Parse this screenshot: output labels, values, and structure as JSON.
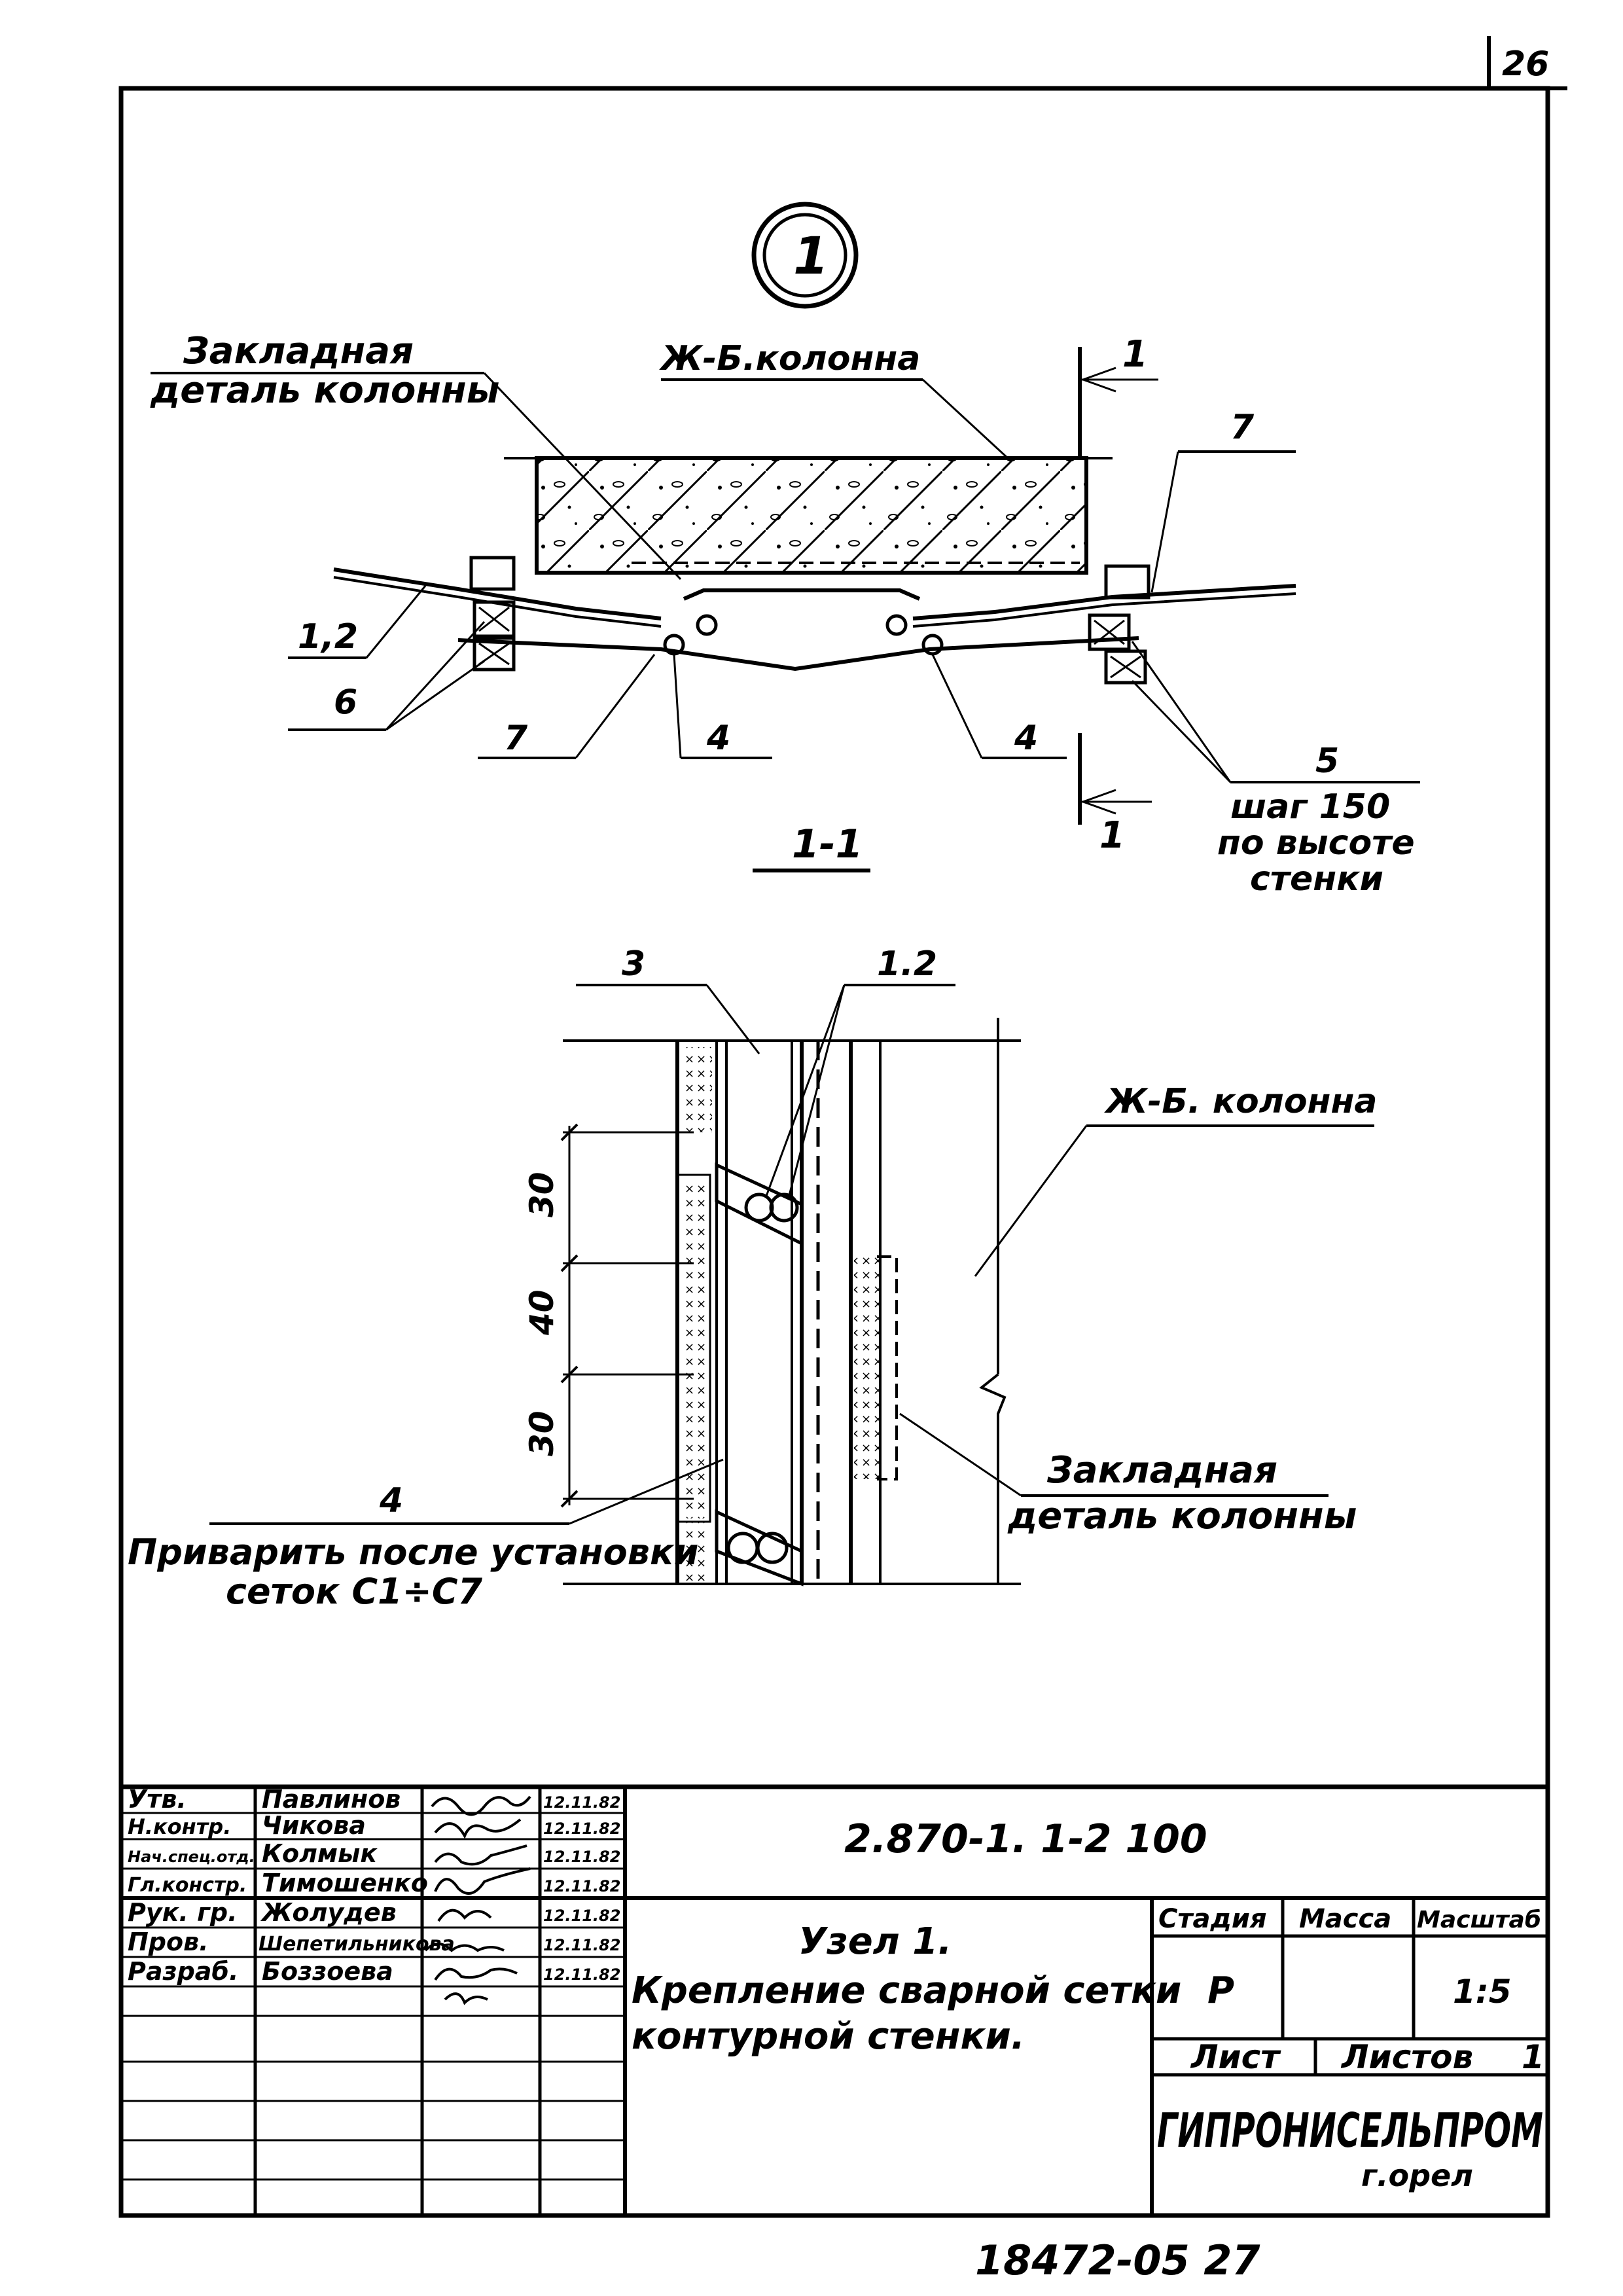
{
  "sheet_number": "26",
  "node_marker": "1",
  "plan_view": {
    "label_embedded_part": [
      "Закладная",
      "деталь колонны"
    ],
    "label_column": "Ж-Б.колонна",
    "callout_1_2": "1,2",
    "callout_6": "6",
    "callout_7_left": "7",
    "callout_4_left": "4",
    "callout_4_right": "4",
    "callout_7_right": "7",
    "callout_5": "5",
    "note_5": [
      "шаг 150",
      "по высоте",
      "стенки"
    ],
    "section_mark_top": "1",
    "section_mark_bottom": "1"
  },
  "section_view": {
    "title": "1-1",
    "callout_3": "3",
    "callout_1_2": "1.2",
    "label_column": "Ж-Б. колонна",
    "label_embedded_part": [
      "Закладная",
      "деталь колонны"
    ],
    "dim_top": "30",
    "dim_mid": "40",
    "dim_bottom": "30",
    "callout_4": "4",
    "note_4": [
      "Приварить после установки",
      "сеток С1÷С7"
    ]
  },
  "title_block": {
    "roles": [
      {
        "role": "Утв.",
        "name": "Павлинов",
        "date": "12.11.82"
      },
      {
        "role": "Н.контр.",
        "name": "Чикова",
        "date": "12.11.82"
      },
      {
        "role": "Нач.спец.отд.",
        "name": "Колмык",
        "date": "12.11.82"
      },
      {
        "role": "Гл.констр.",
        "name": "Тимошенко",
        "date": "12.11.82"
      },
      {
        "role": "Рук. гр.",
        "name": "Жолудев",
        "date": "12.11.82"
      },
      {
        "role": "Пров.",
        "name": "Шепетильникова",
        "date": "12.11.82"
      },
      {
        "role": "Разраб.",
        "name": "Боззоева",
        "date": "12.11.82"
      }
    ],
    "code": "2.870-1.  1-2    100",
    "title_lines": [
      "Узел 1.",
      "Крепление  сварной сетки",
      "контурной  стенки."
    ],
    "headers": {
      "stage": "Стадия",
      "mass": "Масса",
      "scale": "Масштаб"
    },
    "stage": "Р",
    "mass": "",
    "scale": "1:5",
    "sheet_label": "Лист",
    "sheets_label": "Листов",
    "sheets_count": "1",
    "organization": "ГИПРОНИСЕЛЬПРОМ",
    "city": "г.орел"
  },
  "archive_number": "18472-05   27"
}
